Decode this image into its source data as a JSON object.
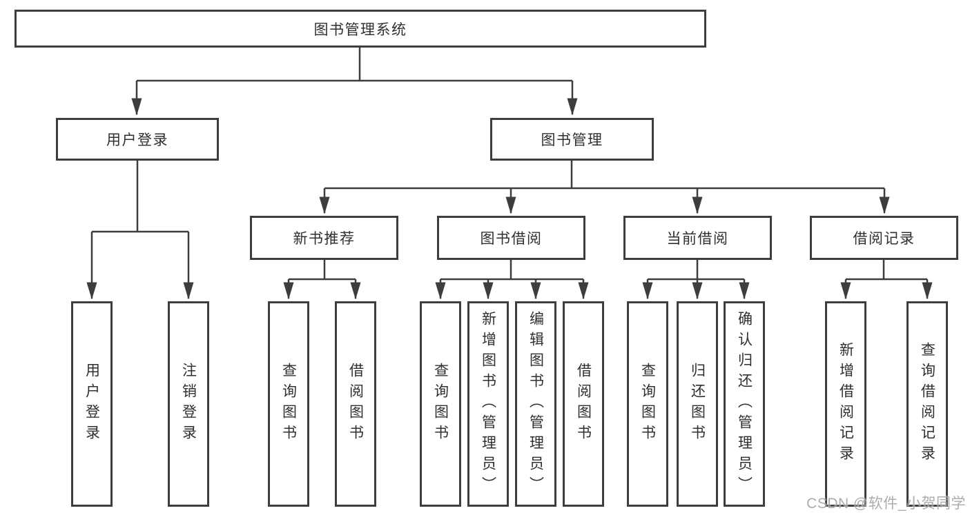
{
  "diagram": {
    "root": {
      "label": "图书管理系统"
    },
    "branches": [
      {
        "label": "用户登录",
        "children": [
          {
            "label": "用户登录"
          },
          {
            "label": "注销登录"
          }
        ]
      },
      {
        "label": "图书管理",
        "children": [
          {
            "label": "新书推荐",
            "children": [
              {
                "label": "查询图书"
              },
              {
                "label": "借阅图书"
              }
            ]
          },
          {
            "label": "图书借阅",
            "children": [
              {
                "label": "查询图书"
              },
              {
                "label": "新增图书（管理员）"
              },
              {
                "label": "编辑图书（管理员）"
              },
              {
                "label": "借阅图书"
              }
            ]
          },
          {
            "label": "当前借阅",
            "children": [
              {
                "label": "查询图书"
              },
              {
                "label": "归还图书"
              },
              {
                "label": "确认归还（管理员）"
              }
            ]
          },
          {
            "label": "借阅记录",
            "children": [
              {
                "label": "新增借阅记录"
              },
              {
                "label": "查询借阅记录"
              }
            ]
          }
        ]
      }
    ]
  },
  "watermark": {
    "text": "CSDN @软件_小贺同学"
  },
  "colors": {
    "line": "#3d3d3d",
    "text": "#2f2f2f",
    "background": "#ffffff",
    "watermark": "#a3a3a3"
  }
}
